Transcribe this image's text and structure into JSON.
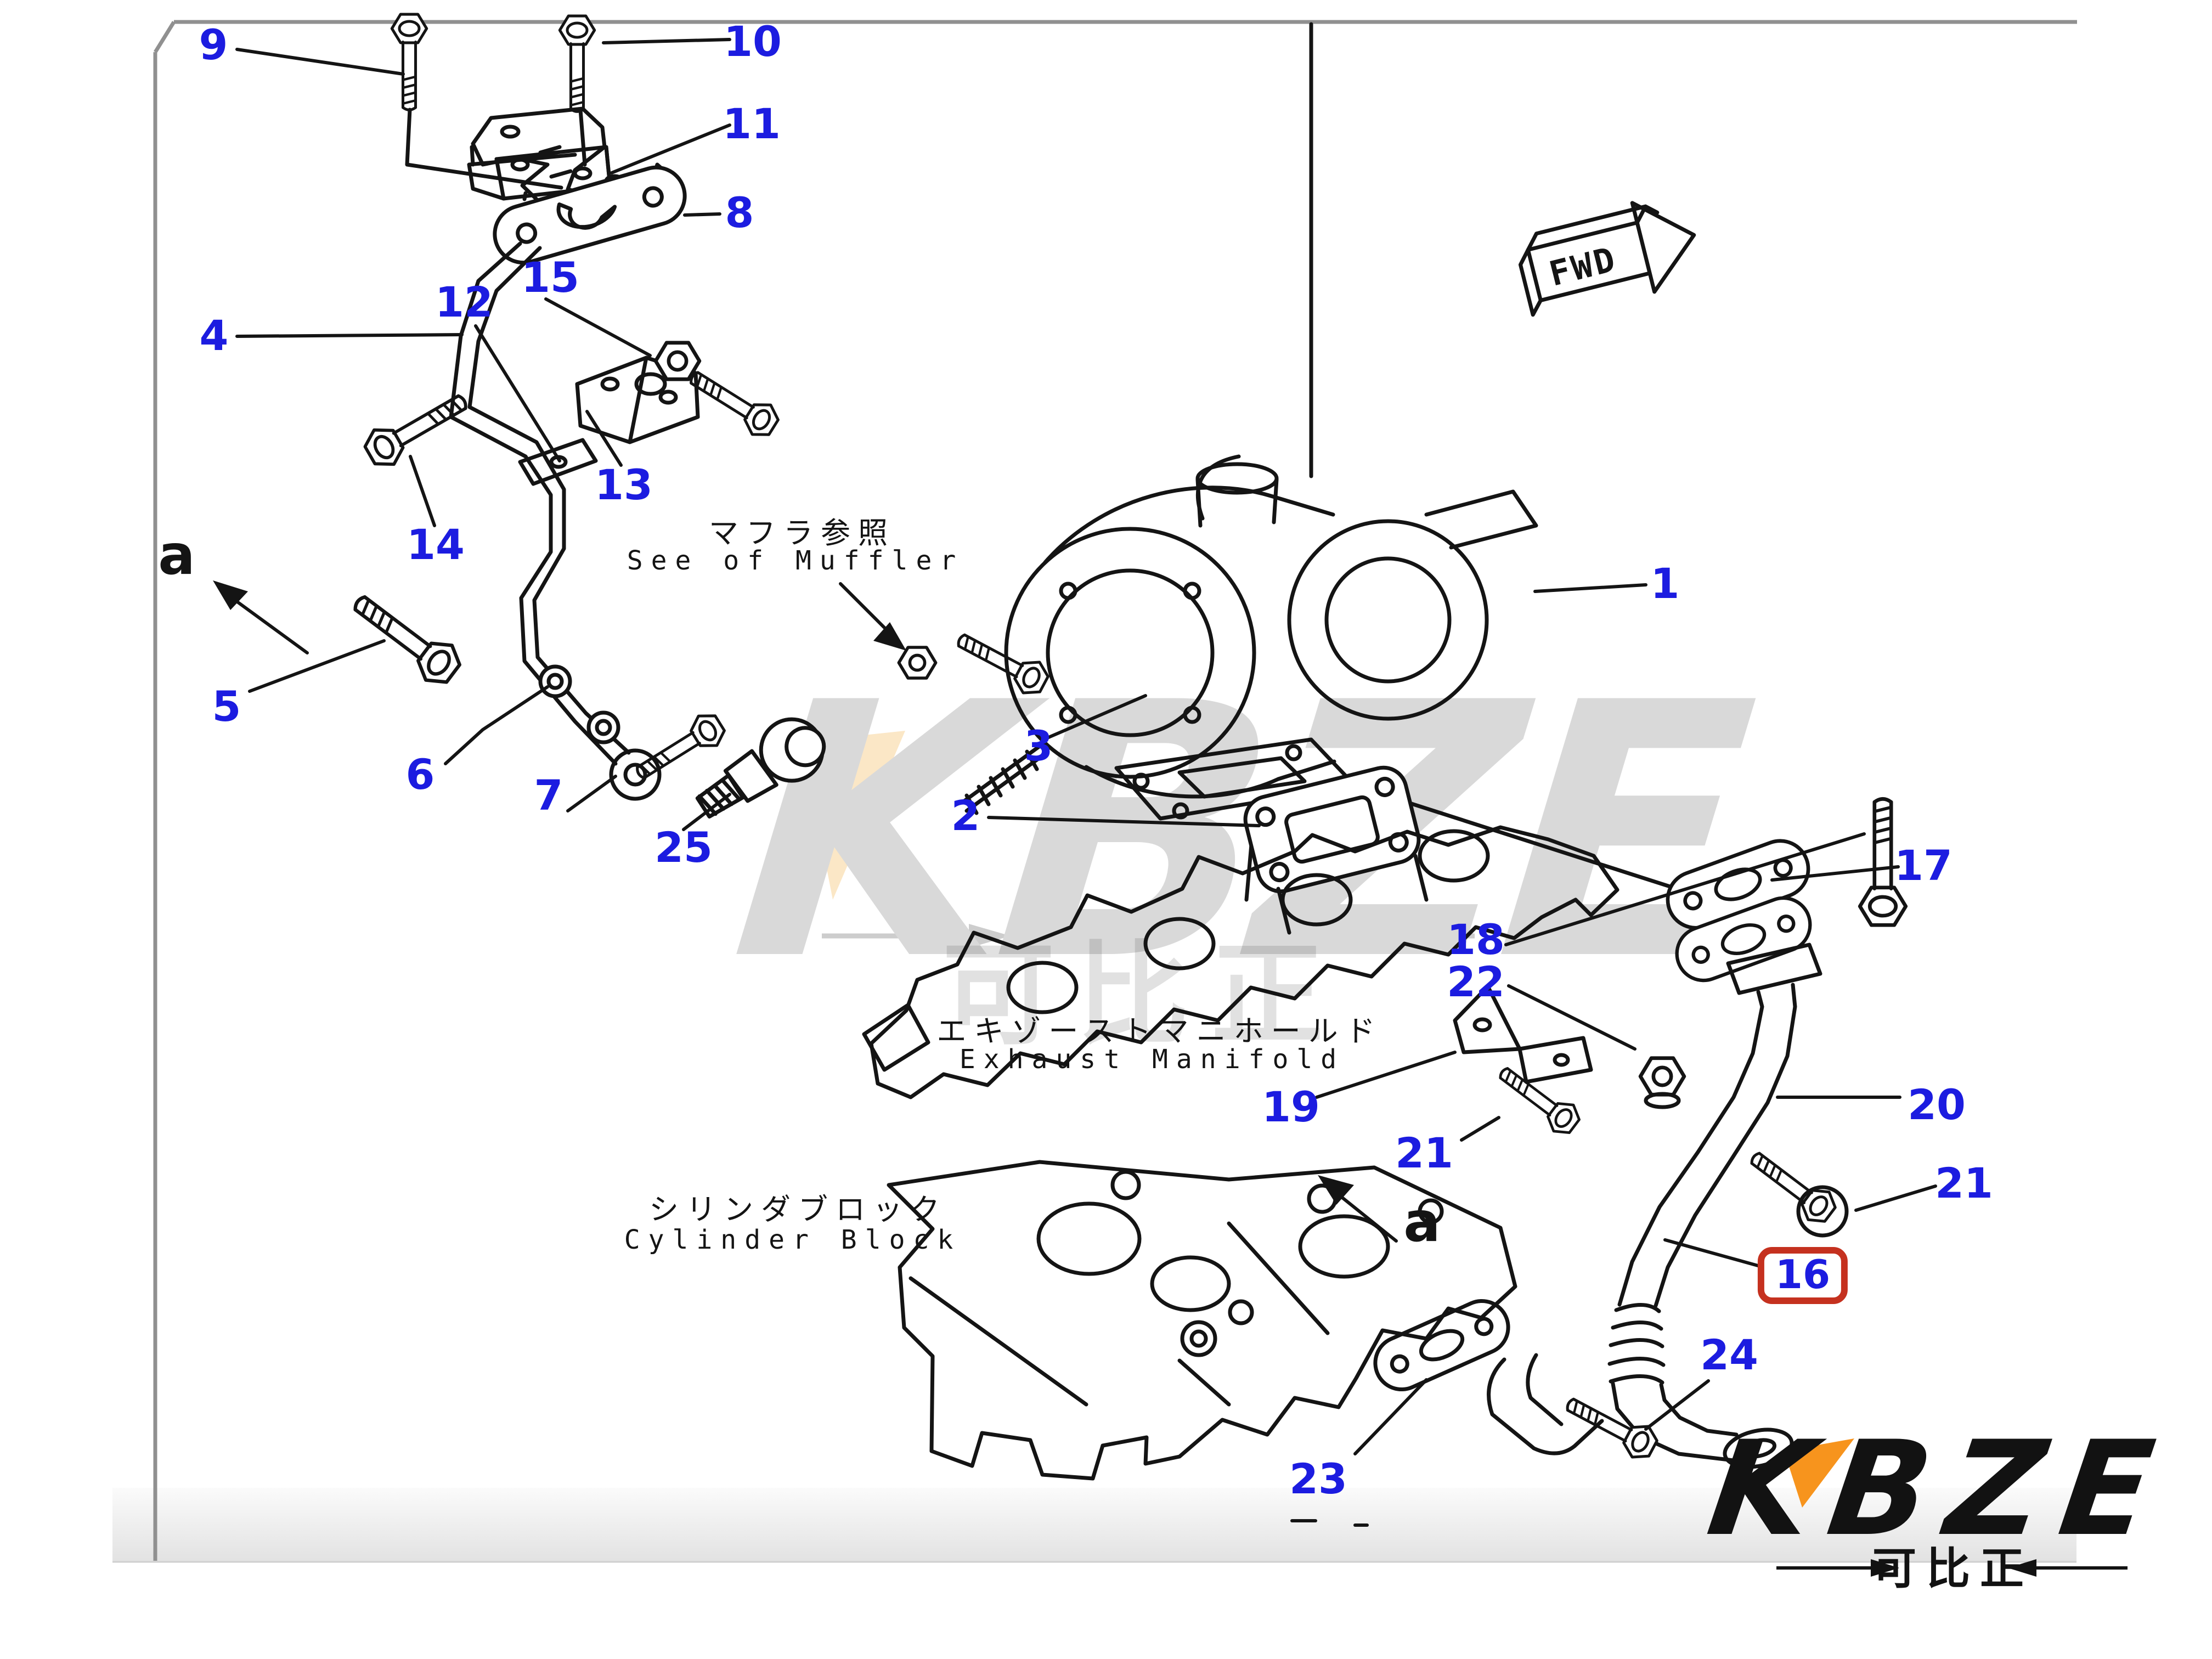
{
  "diagram": {
    "type": "exploded-parts-diagram",
    "subject": "turbocharger mounting and oil piping",
    "background": "#ffffff"
  },
  "colors": {
    "callout_blue": "#1c1ce0",
    "highlight_red": "#c5311f",
    "line_black": "#141414",
    "frame_gray": "#909090",
    "band_gray": "#e4e4e4",
    "watermark_gray": "#d9d9d9",
    "accent_orange": "#f7941d",
    "watermark_cream": "#fbe7c6"
  },
  "fwd": {
    "label": "FWD"
  },
  "callouts": {
    "c1": "1",
    "c2": "2",
    "c3": "3",
    "c4": "4",
    "c5": "5",
    "c6": "6",
    "c7": "7",
    "c8": "8",
    "c9": "9",
    "c10": "10",
    "c11": "11",
    "c12": "12",
    "c13": "13",
    "c14": "14",
    "c15": "15",
    "c16": "16",
    "c17": "17",
    "c18": "18",
    "c19": "19",
    "c20": "20",
    "c21a": "21",
    "c21b": "21",
    "c22": "22",
    "c23": "23",
    "c24": "24",
    "c25": "25"
  },
  "view_arrows": {
    "a_left": "a",
    "a_right": "a"
  },
  "annotations": {
    "muffler": {
      "jp": "マフラ参照",
      "en": "See of Muffler"
    },
    "exhaust_manifold": {
      "jp": "エキゾーストマニホールド",
      "en": "Exhaust Manifold"
    },
    "cylinder_block": {
      "jp": "シリンダブロック",
      "en": "Cylinder Block"
    }
  },
  "watermark": {
    "text": "KBZE",
    "subtext": "可比正"
  },
  "logo": {
    "text": "KBZE",
    "subtext": "可比正"
  }
}
